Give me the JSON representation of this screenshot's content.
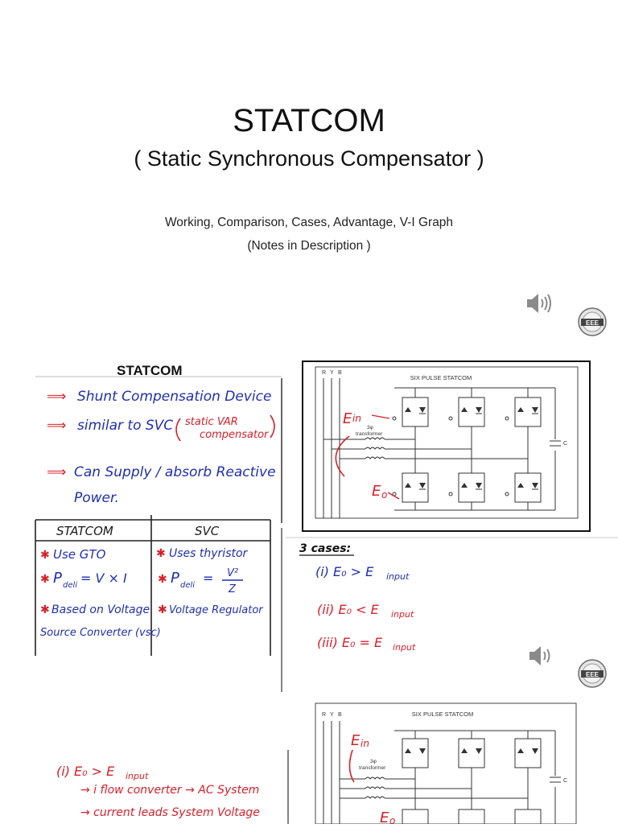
{
  "slide1": {
    "title": "STATCOM",
    "subtitle": "( Static Synchronous Compensator )",
    "topics_line1": "Working, Comparison, Cases, Advantage, V-I Graph",
    "topics_line2": "(Notes in Description )",
    "logo_text": "EEE"
  },
  "slide2": {
    "heading": "STATCOM",
    "notes": {
      "line1": "Shunt Compensation Device",
      "line2_a": "similar to SVC",
      "line2_b": "static VAR",
      "line2_c": "compensator",
      "line3_a": "Can Supply / absorb Reactive",
      "line3_b": "Power."
    },
    "table": {
      "col1_header": "STATCOM",
      "col2_header": "SVC",
      "col1_items": [
        "Use GTO",
        "P",
        "deli",
        "= V × I",
        "Based on Voltage",
        "Source Converter (vsc)"
      ],
      "col2_items": [
        "Uses thyristor",
        "P",
        "deli",
        "=",
        "V²",
        "Z",
        "Voltage Regulator"
      ]
    },
    "circuit": {
      "title": "SIX PULSE STATCOM",
      "phases": [
        "R",
        "Y",
        "B"
      ],
      "transformer_label_a": "3φ",
      "transformer_label_b": "transformer",
      "cap_label": "C",
      "ein_label": "E",
      "ein_sub": "in",
      "eo_label": "E",
      "eo_sub": "o"
    },
    "cases": {
      "heading": "3 cases:",
      "case1": "(i) E₀ > E",
      "case1_sub": "input",
      "case2": "(ii) E₀ < E",
      "case2_sub": "input",
      "case3": "(iii) E₀ = E",
      "case3_sub": "input"
    },
    "logo_text": "EEE"
  },
  "slide3": {
    "note_a": "(i) E₀ > E",
    "note_a_sub": "input",
    "note_b": "→ i flow converter → AC System",
    "note_c": "→ current leads System Voltage",
    "circuit_title": "SIX PULSE STATCOM",
    "phases": [
      "R",
      "Y",
      "B"
    ],
    "transformer_label_a": "3φ",
    "transformer_label_b": "transformer",
    "cap_label": "C",
    "ein_label": "E",
    "ein_sub": "in",
    "eo_label": "E",
    "eo_sub": "o"
  },
  "colors": {
    "ink_blue": "#1f2fb0",
    "ink_red": "#d8202a",
    "ink_black": "#1a1a1a",
    "circuit_line": "#333333"
  }
}
